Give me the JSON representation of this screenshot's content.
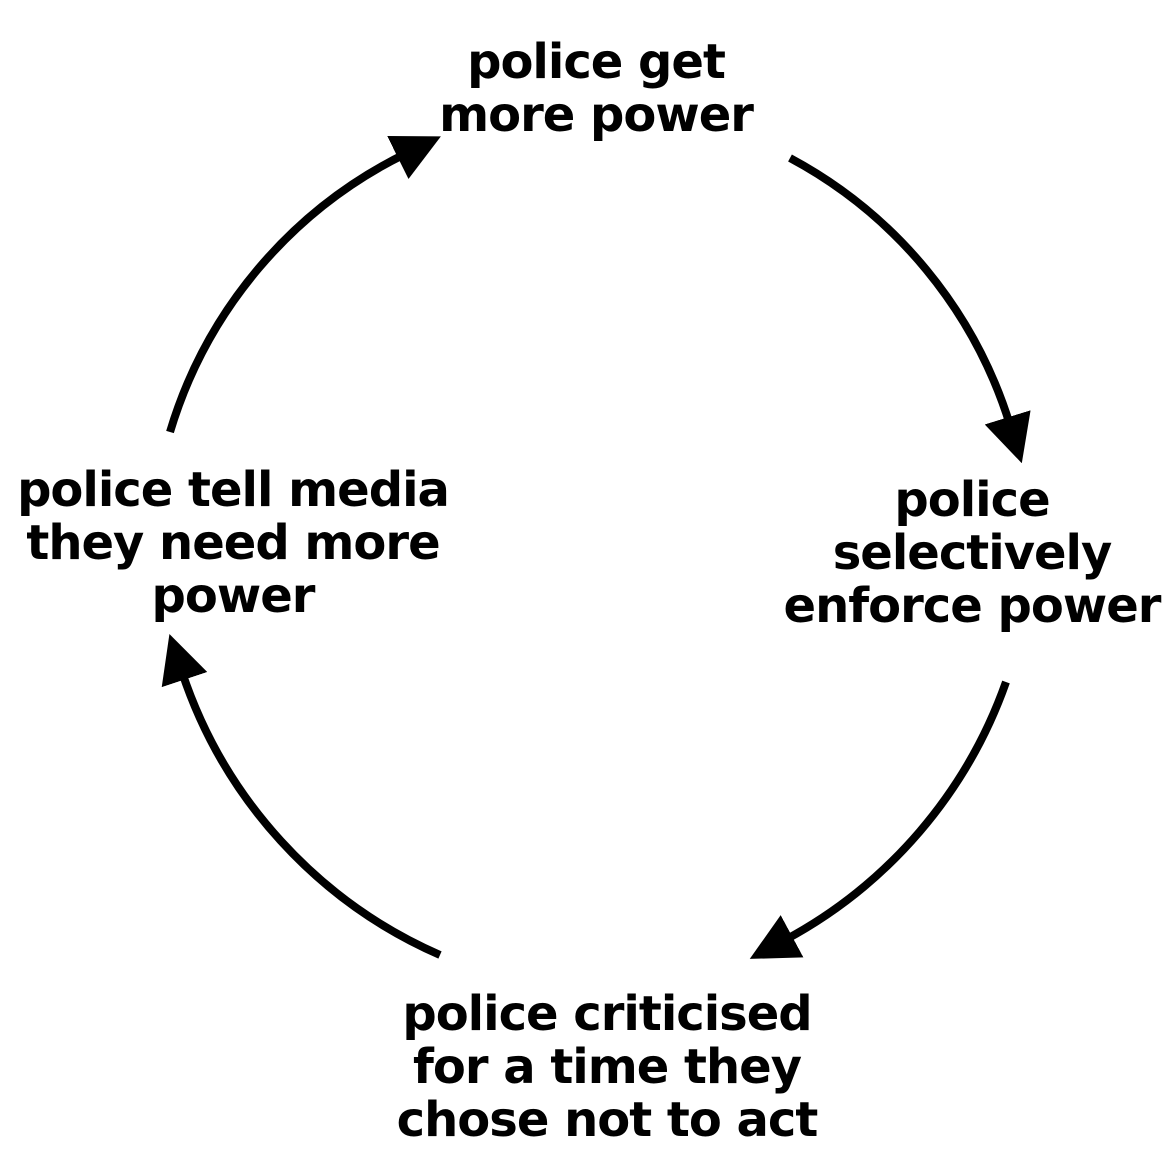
{
  "colors": {
    "background": "#ffffff",
    "ink": "#000000"
  },
  "cycle": {
    "nodes": [
      {
        "id": "top",
        "lines": [
          "police get",
          "more power"
        ]
      },
      {
        "id": "right",
        "lines": [
          "police",
          "selectively",
          "enforce power"
        ]
      },
      {
        "id": "bottom",
        "lines": [
          "police criticised",
          "for a time they",
          "chose not to act"
        ]
      },
      {
        "id": "left",
        "lines": [
          "police tell media",
          "they need more",
          "power"
        ]
      }
    ],
    "arrows": [
      {
        "from": "top",
        "to": "right"
      },
      {
        "from": "right",
        "to": "bottom"
      },
      {
        "from": "bottom",
        "to": "left"
      },
      {
        "from": "left",
        "to": "top"
      }
    ]
  }
}
